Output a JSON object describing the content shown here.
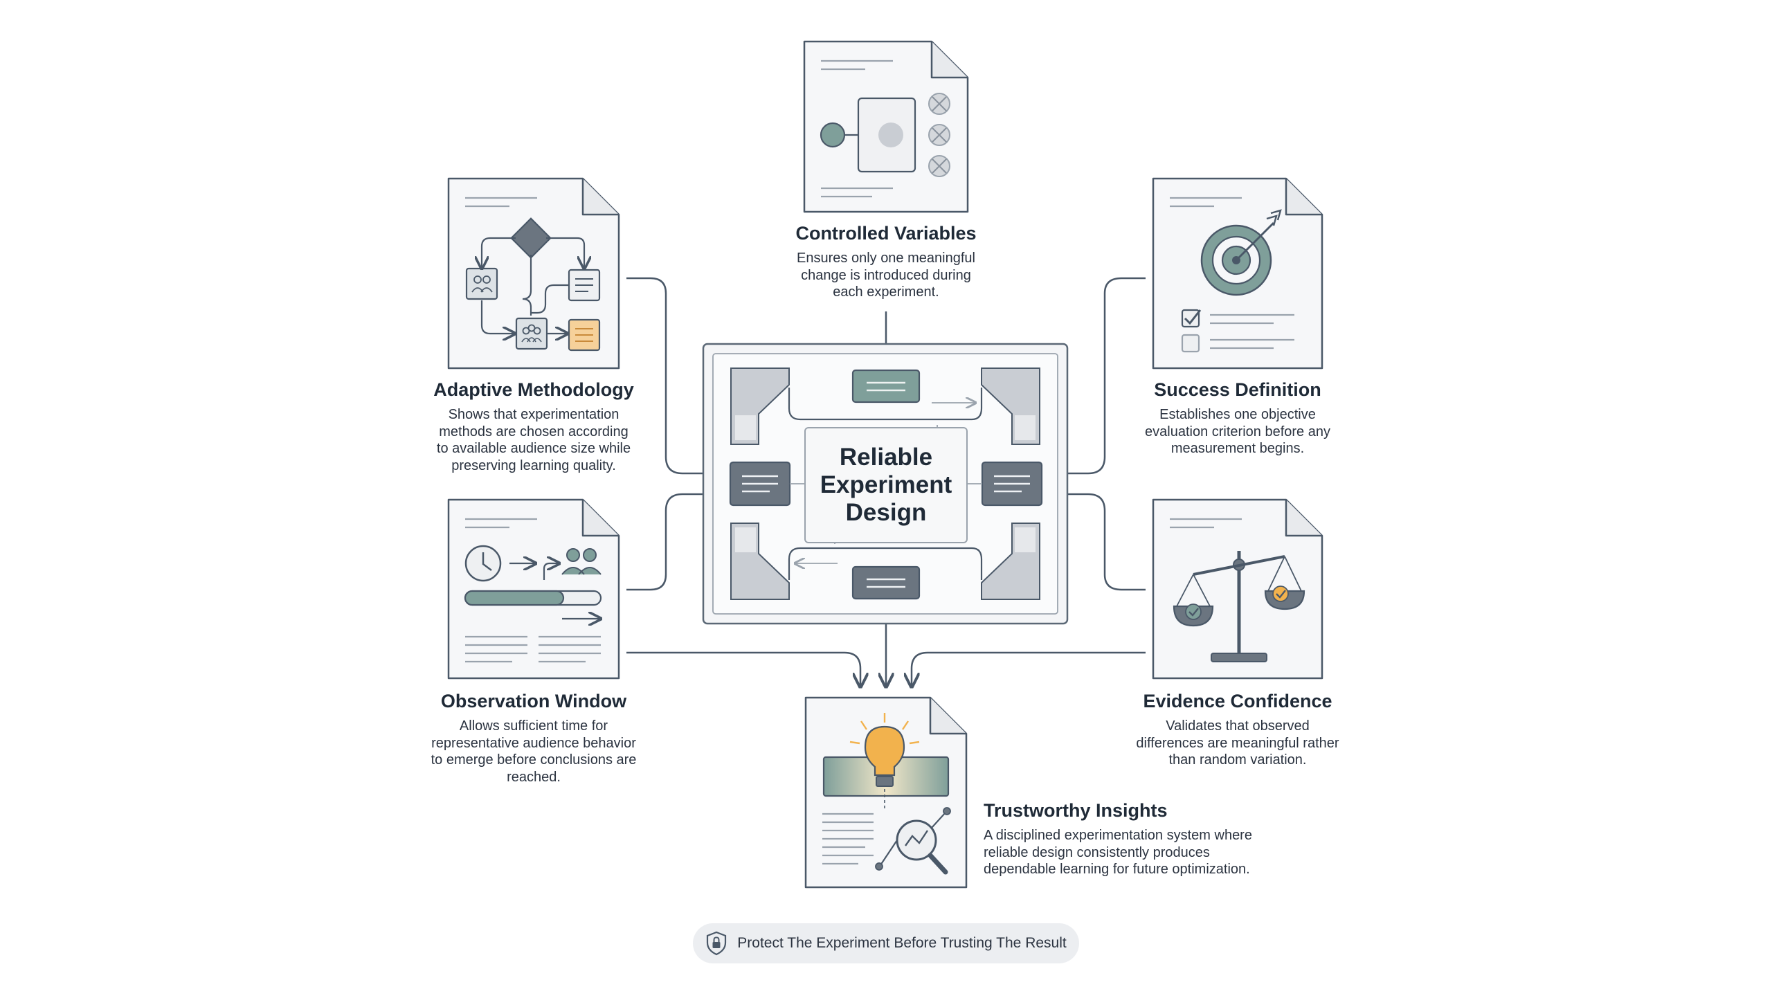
{
  "center": {
    "line1": "Reliable",
    "line2": "Experiment",
    "line3": "Design"
  },
  "nodes": {
    "controlled_variables": {
      "title": "Controlled Variables",
      "desc": [
        "Ensures only one meaningful",
        "change is introduced during",
        "each experiment."
      ]
    },
    "adaptive_methodology": {
      "title": "Adaptive Methodology",
      "desc": [
        "Shows that experimentation",
        "methods are chosen according",
        "to available audience size while",
        "preserving learning quality."
      ]
    },
    "success_definition": {
      "title": "Success Definition",
      "desc": [
        "Establishes one objective",
        "evaluation criterion before any",
        "measurement begins."
      ]
    },
    "observation_window": {
      "title": "Observation Window",
      "desc": [
        "Allows sufficient time for",
        "representative audience behavior",
        "to emerge before conclusions are",
        "reached."
      ]
    },
    "evidence_confidence": {
      "title": "Evidence Confidence",
      "desc": [
        "Validates that observed",
        "differences are meaningful rather",
        "than random variation."
      ]
    },
    "trustworthy_insights": {
      "title": "Trustworthy Insights",
      "desc": [
        "A disciplined experimentation system where",
        "reliable design consistently produces",
        "dependable learning for future optimization."
      ]
    }
  },
  "footer": {
    "text": "Protect The Experiment Before Trusting The Result",
    "icon": "shield-lock-icon"
  },
  "colors": {
    "stroke": "#4a5868",
    "teal": "#7f9f9a",
    "slate": "#6b7580",
    "amber": "#f2b24d",
    "paper": "#f6f7f9"
  }
}
